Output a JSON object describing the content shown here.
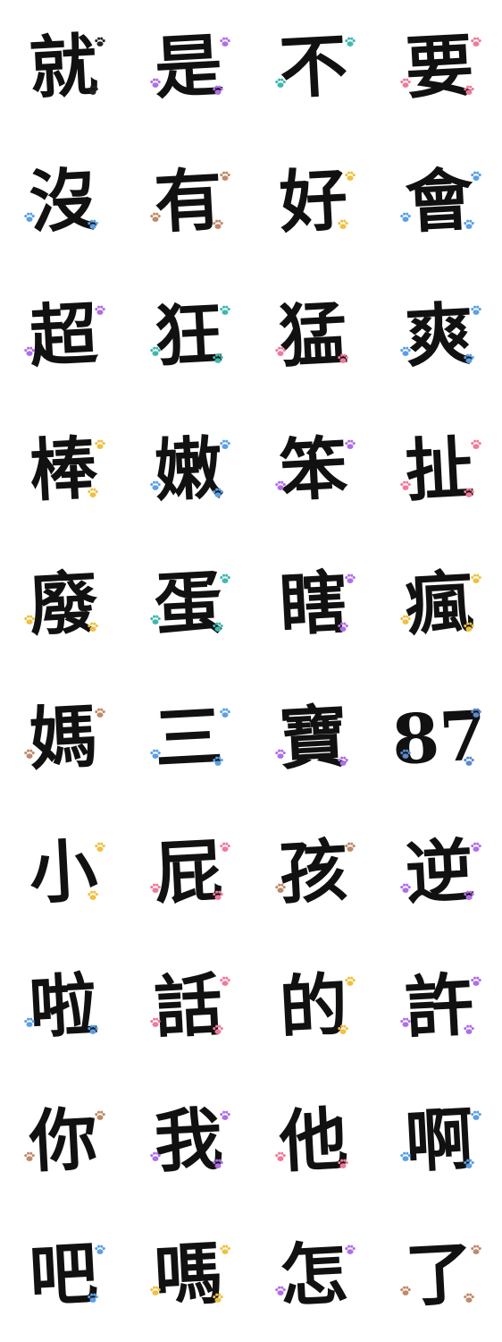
{
  "stickers": [
    {
      "char": "就",
      "paw_color": "#222222"
    },
    {
      "char": "是",
      "paw_color": "#b06ee8"
    },
    {
      "char": "不",
      "paw_color": "#3fb8b0"
    },
    {
      "char": "要",
      "paw_color": "#f07a9a"
    },
    {
      "char": "沒",
      "paw_color": "#5aa0e6"
    },
    {
      "char": "有",
      "paw_color": "#c08a6a"
    },
    {
      "char": "好",
      "paw_color": "#f0c040"
    },
    {
      "char": "會",
      "paw_color": "#5aa0e6"
    },
    {
      "char": "超",
      "paw_color": "#b06ee8"
    },
    {
      "char": "狂",
      "paw_color": "#3fb8b0"
    },
    {
      "char": "猛",
      "paw_color": "#f07a9a"
    },
    {
      "char": "爽",
      "paw_color": "#5aa0e6"
    },
    {
      "char": "棒",
      "paw_color": "#f0c040"
    },
    {
      "char": "嫩",
      "paw_color": "#5aa0e6"
    },
    {
      "char": "笨",
      "paw_color": "#b06ee8"
    },
    {
      "char": "扯",
      "paw_color": "#f07a9a"
    },
    {
      "char": "廢",
      "paw_color": "#f0c040"
    },
    {
      "char": "蛋",
      "paw_color": "#3fb8b0"
    },
    {
      "char": "瞎",
      "paw_color": "#b06ee8"
    },
    {
      "char": "瘋",
      "paw_color": "#f0c040"
    },
    {
      "char": "媽",
      "paw_color": "#c08a6a"
    },
    {
      "char": "三",
      "paw_color": "#5aa0e6"
    },
    {
      "char": "寶",
      "paw_color": "#b06ee8"
    },
    {
      "char": "87",
      "paw_color": "#5a8ad0"
    },
    {
      "char": "小",
      "paw_color": "#f0c040"
    },
    {
      "char": "屁",
      "paw_color": "#f07a9a"
    },
    {
      "char": "孩",
      "paw_color": "#c08a6a"
    },
    {
      "char": "逆",
      "paw_color": "#b06ee8"
    },
    {
      "char": "啦",
      "paw_color": "#5aa0e6"
    },
    {
      "char": "話",
      "paw_color": "#f07a9a"
    },
    {
      "char": "的",
      "paw_color": "#f0c040"
    },
    {
      "char": "許",
      "paw_color": "#b06ee8"
    },
    {
      "char": "你",
      "paw_color": "#c08a6a"
    },
    {
      "char": "我",
      "paw_color": "#b06ee8"
    },
    {
      "char": "他",
      "paw_color": "#f07a9a"
    },
    {
      "char": "啊",
      "paw_color": "#5aa0e6"
    },
    {
      "char": "吧",
      "paw_color": "#5aa0e6"
    },
    {
      "char": "嗎",
      "paw_color": "#f0c040"
    },
    {
      "char": "怎",
      "paw_color": "#b06ee8"
    },
    {
      "char": "了",
      "paw_color": "#c08a6a"
    }
  ],
  "icons": {
    "decoration": "paw-print-icon"
  }
}
